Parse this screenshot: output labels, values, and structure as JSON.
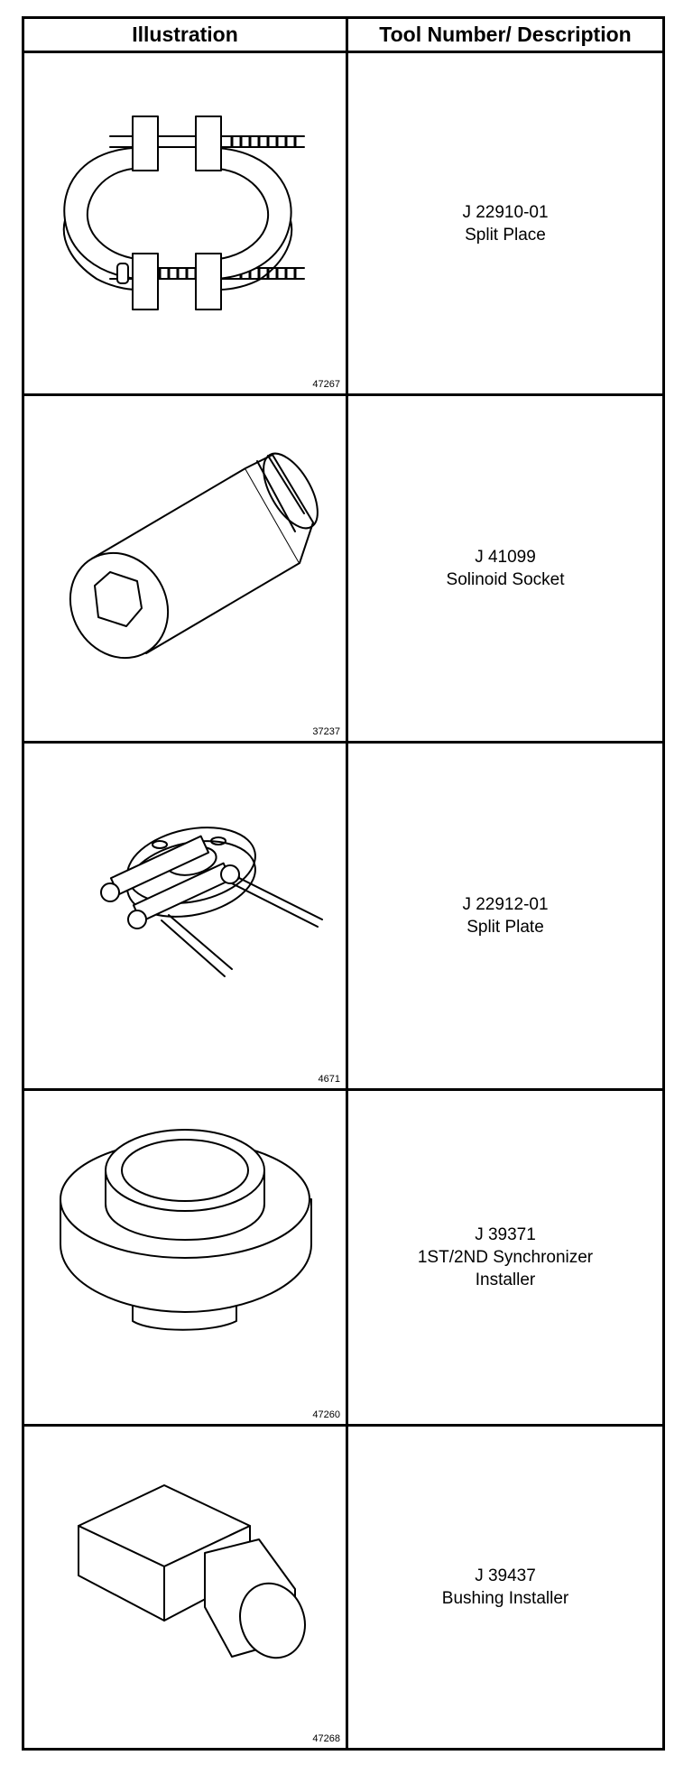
{
  "table": {
    "header": {
      "illustration": "Illustration",
      "description": "Tool Number/ Description"
    },
    "rows": [
      {
        "tool_number": "J 22910-01",
        "description": "Split Place",
        "figure_number": "47267",
        "icon": "split-plate-clamp-icon"
      },
      {
        "tool_number": "J 41099",
        "description": "Solinoid Socket",
        "figure_number": "37237",
        "icon": "socket-icon"
      },
      {
        "tool_number": "J 22912-01",
        "description": "Split Plate",
        "figure_number": "4671",
        "icon": "split-plate-puller-icon"
      },
      {
        "tool_number": "J 39371",
        "description": "1ST/2ND Synchronizer",
        "description_line2": "Installer",
        "figure_number": "47260",
        "icon": "synchronizer-installer-icon"
      },
      {
        "tool_number": "J 39437",
        "description": "Bushing Installer",
        "figure_number": "47268",
        "icon": "bushing-installer-icon"
      }
    ]
  }
}
